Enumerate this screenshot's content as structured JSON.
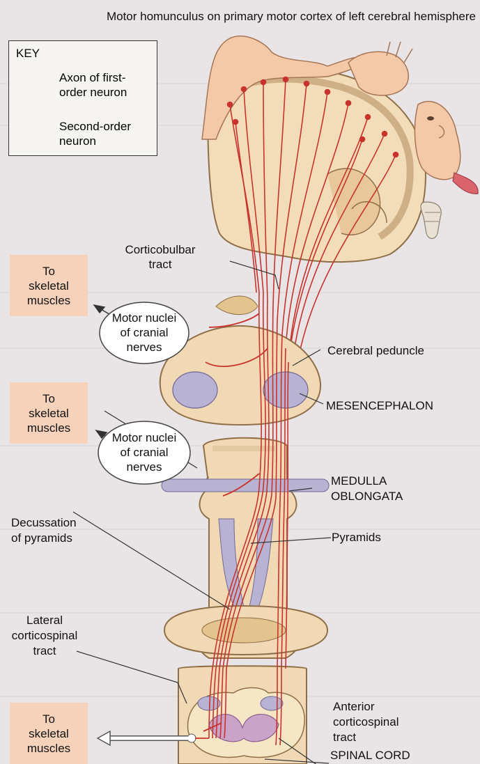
{
  "title": "Motor homunculus on primary motor cortex of left cerebral hemisphere",
  "key": {
    "heading": "KEY",
    "first_order": "Axon of first-\norder neuron",
    "second_order": "Second-order\nneuron"
  },
  "labels": {
    "corticobulbar": "Corticobulbar\ntract",
    "cerebral_peduncle": "Cerebral peduncle",
    "mesencephalon": "MESENCEPHALON",
    "medulla": "MEDULLA\nOBLONGATA",
    "decussation": "Decussation\nof pyramids",
    "pyramids": "Pyramids",
    "lateral_cst": "Lateral\ncorticospinal\ntract",
    "anterior_cst": "Anterior\ncorticospinal\ntract",
    "spinal_cord": "SPINAL CORD"
  },
  "muscles": [
    "To\nskeletal\nmuscles",
    "To\nskeletal\nmuscles",
    "To\nskeletal\nmuscles"
  ],
  "nuclei": [
    "Motor nuclei\nof cranial\nnerves",
    "Motor nuclei\nof cranial\nnerves"
  ],
  "colors": {
    "axon": "#c8332c",
    "tissue": "#f2d9b5",
    "tissue_edge": "#9a7a4e",
    "lavender": "#b9b3d3",
    "muscle_box": "#f6d2ba",
    "skin": "#f3c9a8"
  }
}
